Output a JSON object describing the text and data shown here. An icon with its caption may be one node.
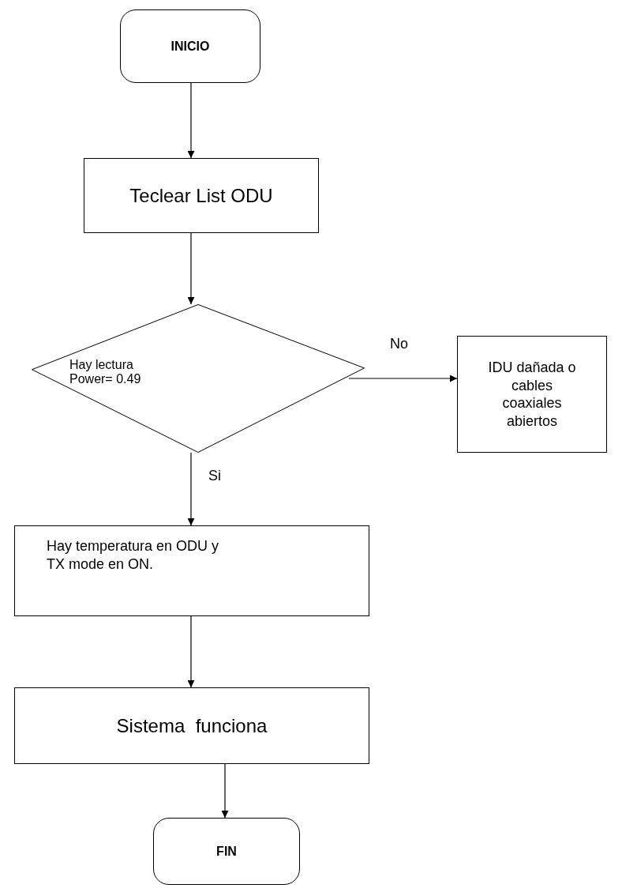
{
  "diagram": {
    "nodes": [
      {
        "text": [
          "INICIO"
        ]
      },
      {
        "text": [
          "Teclear List ODU"
        ]
      },
      {
        "text": [
          "Hay lectura Power= 0.49"
        ]
      },
      {
        "text": [
          "IDU dañada o cables coaxiales abiertos"
        ]
      },
      {
        "text": [
          "Hay temperatura en ODU y TX mode en ON."
        ]
      },
      {
        "text": [
          "Sistema  funciona"
        ]
      },
      {
        "text": [
          "FIN"
        ]
      }
    ],
    "edges": [
      {
        "from": 0,
        "to": 1,
        "arrow": "to"
      },
      {
        "from": 1,
        "to": 2,
        "arrow": "to"
      },
      {
        "from": 2,
        "to": 3,
        "arrow": "to",
        "label": "No"
      },
      {
        "from": 2,
        "to": 4,
        "arrow": "to",
        "label": "Si"
      },
      {
        "from": 4,
        "to": 5,
        "arrow": "to"
      },
      {
        "from": 5,
        "to": 6,
        "arrow": "to"
      }
    ]
  }
}
